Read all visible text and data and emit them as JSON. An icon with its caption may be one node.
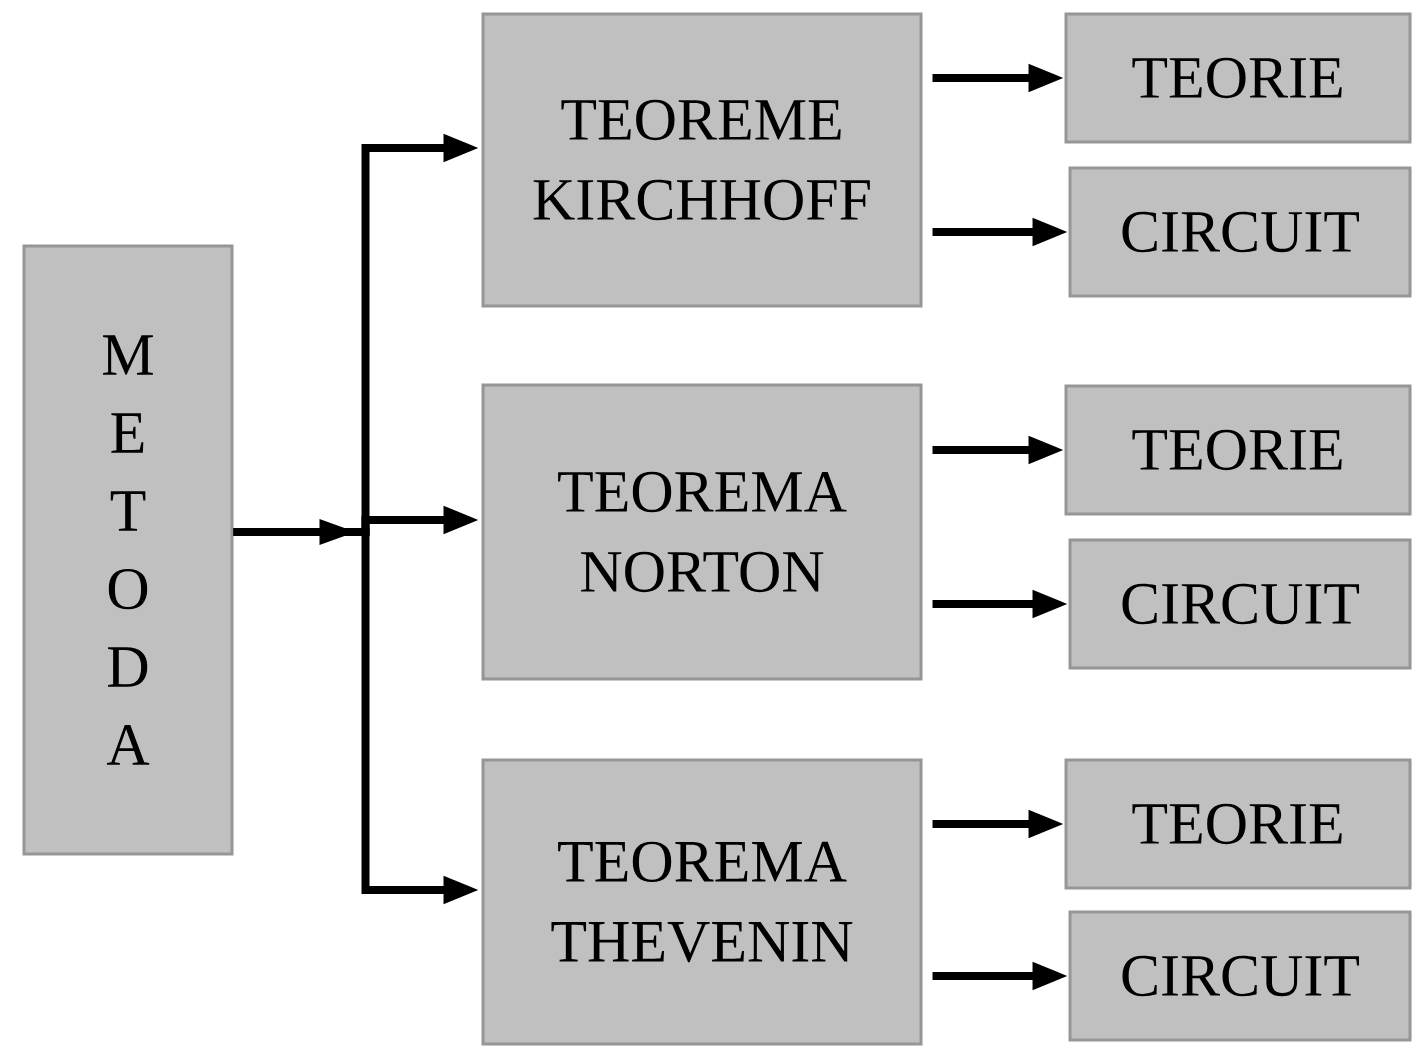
{
  "diagram": {
    "nodes": [
      {
        "text": [
          "METODA"
        ]
      },
      {
        "text": [
          "TEOREME KIRCHHOFF"
        ]
      },
      {
        "text": [
          "TEORIE"
        ]
      },
      {
        "text": [
          "CIRCUIT"
        ]
      },
      {
        "text": [
          "TEOREMA NORTON"
        ]
      },
      {
        "text": [
          "TEORIE"
        ]
      },
      {
        "text": [
          "CIRCUIT"
        ]
      },
      {
        "text": [
          "TEOREMA THEVENIN"
        ]
      },
      {
        "text": [
          "TEORIE"
        ]
      },
      {
        "text": [
          "CIRCUIT"
        ]
      }
    ],
    "edges": [
      {
        "from": 0,
        "to": 1,
        "arrow": "to"
      },
      {
        "from": 0,
        "to": 4,
        "arrow": "to"
      },
      {
        "from": 0,
        "to": 7,
        "arrow": "to"
      },
      {
        "from": 1,
        "to": 2,
        "arrow": "to"
      },
      {
        "from": 1,
        "to": 3,
        "arrow": "to"
      },
      {
        "from": 4,
        "to": 5,
        "arrow": "to"
      },
      {
        "from": 4,
        "to": 6,
        "arrow": "to"
      },
      {
        "from": 7,
        "to": 8,
        "arrow": "to"
      },
      {
        "from": 7,
        "to": 9,
        "arrow": "to"
      }
    ]
  }
}
